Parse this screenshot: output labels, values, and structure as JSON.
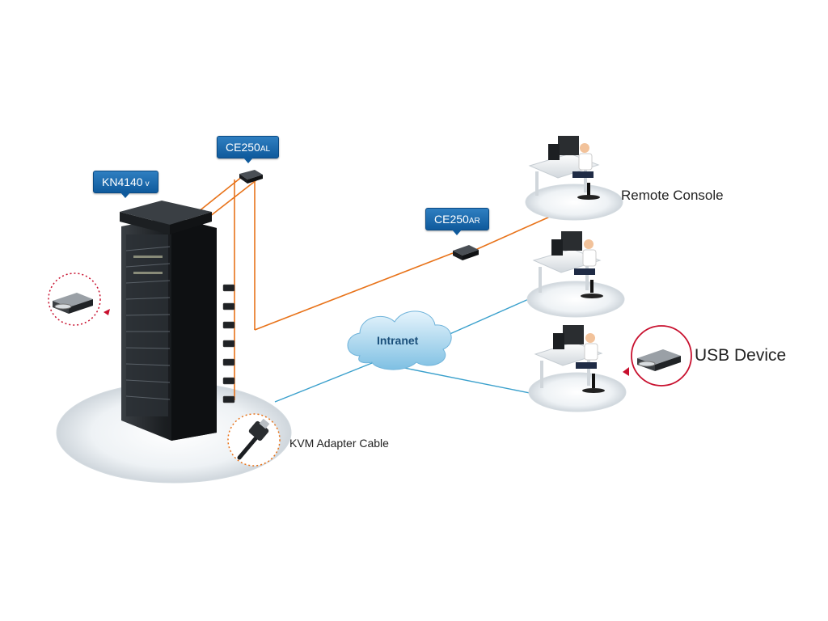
{
  "labels": {
    "kn4140": {
      "main": "KN4140",
      "suffix": "v"
    },
    "ce250al": {
      "main": "CE250",
      "suffix": "AL"
    },
    "ce250ar": {
      "main": "CE250",
      "suffix": "AR"
    },
    "intranet": "Intranet",
    "remote_console": "Remote Console",
    "usb_device": "USB Device",
    "kvm_adapter_cable": "KVM Adapter Cable"
  },
  "colors": {
    "orange_link": "#e8731a",
    "blue_link": "#3aa0cc",
    "tag_blue": "#1565a8",
    "accent_red": "#c8102e"
  }
}
